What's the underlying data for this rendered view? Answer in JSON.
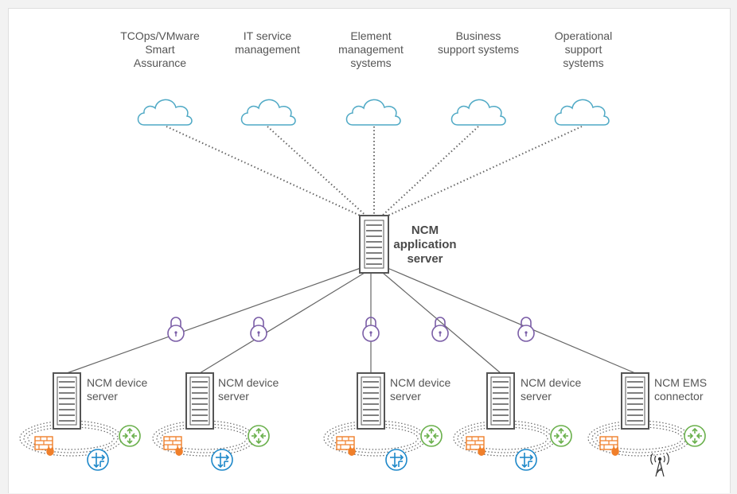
{
  "systems": [
    {
      "label": "TCOps/VMware\nSmart\nAssurance"
    },
    {
      "label": "IT service\nmanagement"
    },
    {
      "label": "Element\nmanagement\nsystems"
    },
    {
      "label": "Business\nsupport systems"
    },
    {
      "label": "Operational\nsupport\nsystems"
    }
  ],
  "app_server": {
    "label": "NCM\napplication\nserver"
  },
  "device_servers": [
    {
      "label": "NCM device\nserver"
    },
    {
      "label": "NCM device\nserver"
    },
    {
      "label": "NCM device\nserver"
    },
    {
      "label": "NCM device\nserver"
    },
    {
      "label": "NCM EMS\nconnector"
    }
  ],
  "colors": {
    "cloud_stroke": "#4fa9c5",
    "lock": "#7b5ea7",
    "firewall": "#f07f2a",
    "router_green": "#6ab04c",
    "router_blue": "#1e88c9",
    "server_stroke": "#555555"
  }
}
